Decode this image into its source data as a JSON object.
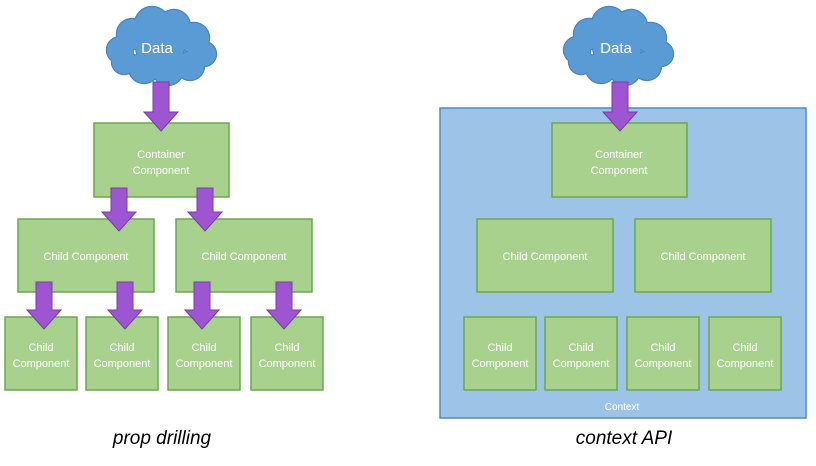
{
  "colors": {
    "cloud": "#5b9bd5",
    "cloud_edge": "#4a84b8",
    "box_fill": "#a9d18e",
    "box_edge": "#6aa84f",
    "box_text": "#ffffff",
    "arrow": "#9e55d1",
    "arrow_edge": "#7a3aa8",
    "context_fill": "#9dc3e6",
    "context_edge": "#4f8cc9"
  },
  "left": {
    "caption": "prop drilling",
    "data_label": "Data",
    "container": [
      "Container",
      "Component"
    ],
    "children": [
      "Child Component",
      "Child Component"
    ],
    "grandchildren": [
      [
        "Child",
        "Component"
      ],
      [
        "Child",
        "Component"
      ],
      [
        "Child",
        "Component"
      ],
      [
        "Child",
        "Component"
      ]
    ]
  },
  "right": {
    "caption": "context API",
    "data_label": "Data",
    "context_label": "Context",
    "container": [
      "Container",
      "Component"
    ],
    "children": [
      "Child Component",
      "Child Component"
    ],
    "grandchildren": [
      [
        "Child",
        "Component"
      ],
      [
        "Child",
        "Component"
      ],
      [
        "Child",
        "Component"
      ],
      [
        "Child",
        "Component"
      ]
    ]
  }
}
